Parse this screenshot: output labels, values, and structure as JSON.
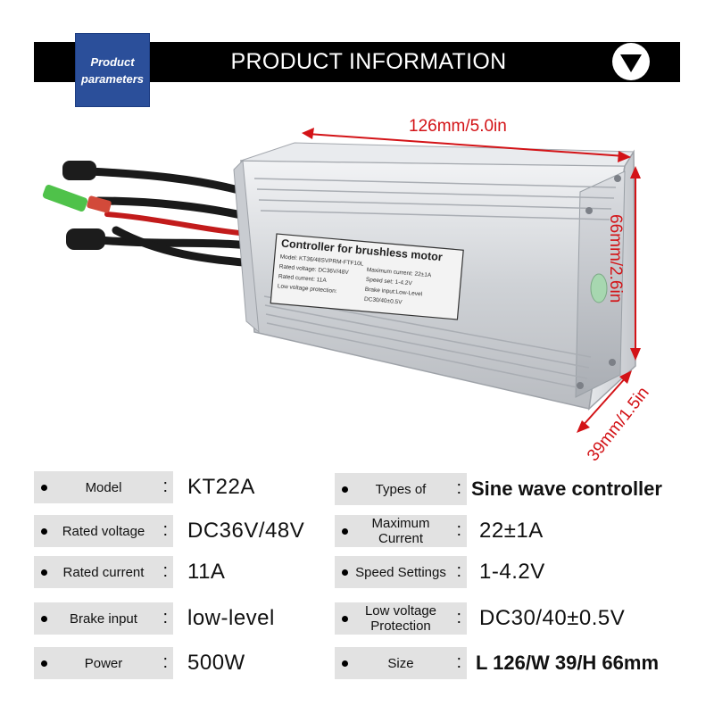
{
  "header": {
    "badge_line1": "Product",
    "badge_line2": "parameters",
    "title": "PRODUCT INFORMATION",
    "toggle_icon": "triangle-down-icon"
  },
  "product_image": {
    "label_title": "Controller for brushless motor",
    "label_model": "Model: KT36/48SVPRM-FTF10L",
    "label_rated_voltage": "Rated voltage: DC36V/48V",
    "label_rated_current": "Rated current:   11A",
    "label_low_voltage": "Low voltage protection:",
    "label_max_current": "Maximum current: 22±1A",
    "label_speed_set": "Speed set:   1-4.2V",
    "label_brake": "Brake input:Low-Level",
    "label_dc": "DC30/40±0.5V",
    "dim_length": "126mm/5.0in",
    "dim_height": "66mm/2.6in",
    "dim_width": "39mm/1.5in"
  },
  "colors": {
    "dimension": "#d31317",
    "badge": "#2b4f9a",
    "pill": "#e2e2e2"
  },
  "specs_left": [
    {
      "label": "Model",
      "value": "KT22A"
    },
    {
      "label": "Rated voltage",
      "value": "DC36V/48V"
    },
    {
      "label": "Rated current",
      "value": "11A"
    },
    {
      "label": "Brake input",
      "value": "low-level"
    },
    {
      "label": "Power",
      "value": "500W"
    }
  ],
  "specs_right": [
    {
      "label": "Types of",
      "value": "Sine wave controller"
    },
    {
      "label": "Maximum Current",
      "value": "22±1A"
    },
    {
      "label": "Speed Settings",
      "value": "1-4.2V"
    },
    {
      "label": "Low voltage Protection",
      "value": "DC30/40±0.5V"
    },
    {
      "label": "Size",
      "value": "L 126/W 39/H 66mm"
    }
  ]
}
